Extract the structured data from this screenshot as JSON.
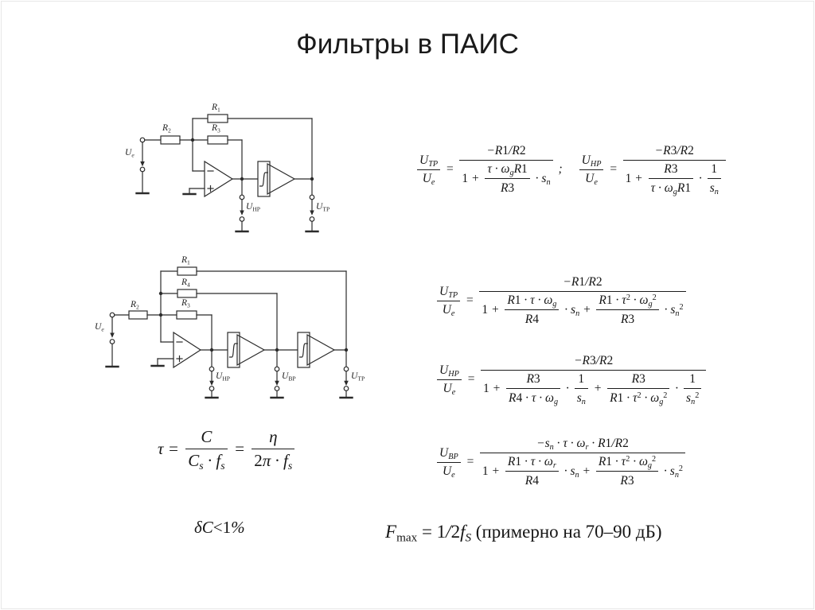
{
  "slide": {
    "title": "Фильтры в ПАИС"
  },
  "circuit1": {
    "labels": {
      "r1": "R_1",
      "r2": "R_2",
      "r3": "R_3",
      "ue": "U_e",
      "uhp": "U_{\\r{HP}}",
      "utp": "U_{\\r{TP}}"
    }
  },
  "circuit2": {
    "labels": {
      "r1": "R_1",
      "r2": "R_2",
      "r3": "R_3",
      "r4": "R_4",
      "ue": "U_e",
      "uhp": "U_{\\r{HP}}",
      "ubp": "U_{\\r{BP}}",
      "utp": "U_{\\r{TP}}"
    }
  },
  "formulas": {
    "tp1": [
      {
        "f": [
          [
            "U_{TP}"
          ],
          [
            "U_e"
          ]
        ]
      },
      " = ",
      {
        "f": [
          [
            "−R1/R2"
          ],
          [
            "1 + ",
            {
              "f": [
                [
                  "τ · ω_gR1"
                ],
                [
                  "R3"
                ]
              ]
            },
            " · s_n"
          ]
        ]
      },
      " ;"
    ],
    "hp1": [
      {
        "f": [
          [
            "U_{HP}"
          ],
          [
            "U_e"
          ]
        ]
      },
      " = ",
      {
        "f": [
          [
            "−R3/R2"
          ],
          [
            "1 + ",
            {
              "f": [
                [
                  "R3"
                ],
                [
                  "τ · ω_gR1"
                ]
              ]
            },
            " · ",
            {
              "f": [
                [
                  "1"
                ],
                [
                  "s_n"
                ]
              ]
            }
          ]
        ]
      }
    ],
    "tp2": [
      {
        "f": [
          [
            "U_{TP}"
          ],
          [
            "U_e"
          ]
        ]
      },
      " = ",
      {
        "f": [
          [
            "−R1/R2"
          ],
          [
            "1 + ",
            {
              "f": [
                [
                  "R1 · τ · ω_g"
                ],
                [
                  "R4"
                ]
              ]
            },
            " · s_n + ",
            {
              "f": [
                [
                  "R1 · τ^2 · ω_g^2"
                ],
                [
                  "R3"
                ]
              ]
            },
            " · s_n^2"
          ]
        ]
      }
    ],
    "hp2": [
      {
        "f": [
          [
            "U_{HP}"
          ],
          [
            "U_e"
          ]
        ]
      },
      " = ",
      {
        "f": [
          [
            "−R3/R2"
          ],
          [
            "1 + ",
            {
              "f": [
                [
                  "R3"
                ],
                [
                  "R4 · τ · ω_g"
                ]
              ]
            },
            " · ",
            {
              "f": [
                [
                  "1"
                ],
                [
                  "s_n"
                ]
              ]
            },
            " + ",
            {
              "f": [
                [
                  "R3"
                ],
                [
                  "R1 · τ^2 · ω_g^2"
                ]
              ]
            },
            " · ",
            {
              "f": [
                [
                  "1"
                ],
                [
                  "s_n^2"
                ]
              ]
            }
          ]
        ]
      }
    ],
    "bp2": [
      {
        "f": [
          [
            "U_{BP}"
          ],
          [
            "U_e"
          ]
        ]
      },
      " = ",
      {
        "f": [
          [
            "−s_n · τ · ω_r · R1/R2"
          ],
          [
            "1 + ",
            {
              "f": [
                [
                  "R1 · τ · ω_r"
                ],
                [
                  "R4"
                ]
              ]
            },
            " · s_n + ",
            {
              "f": [
                [
                  "R1 · τ^2 · ω_g^2"
                ],
                [
                  "R3"
                ]
              ]
            },
            " · s_n^2"
          ]
        ]
      }
    ],
    "tau": [
      "τ = ",
      {
        "f": [
          [
            "C"
          ],
          [
            "C_s · f_s"
          ]
        ]
      },
      " = ",
      {
        "f": [
          [
            "η"
          ],
          [
            "2π · f_s"
          ]
        ]
      }
    ],
    "delta_c": "δC\\r{ < }1%",
    "fmax_math": "F_{\\r{max}}\\r{ = }1/2f_S",
    "fmax_note": " (примерно на 70–90 дБ)"
  }
}
